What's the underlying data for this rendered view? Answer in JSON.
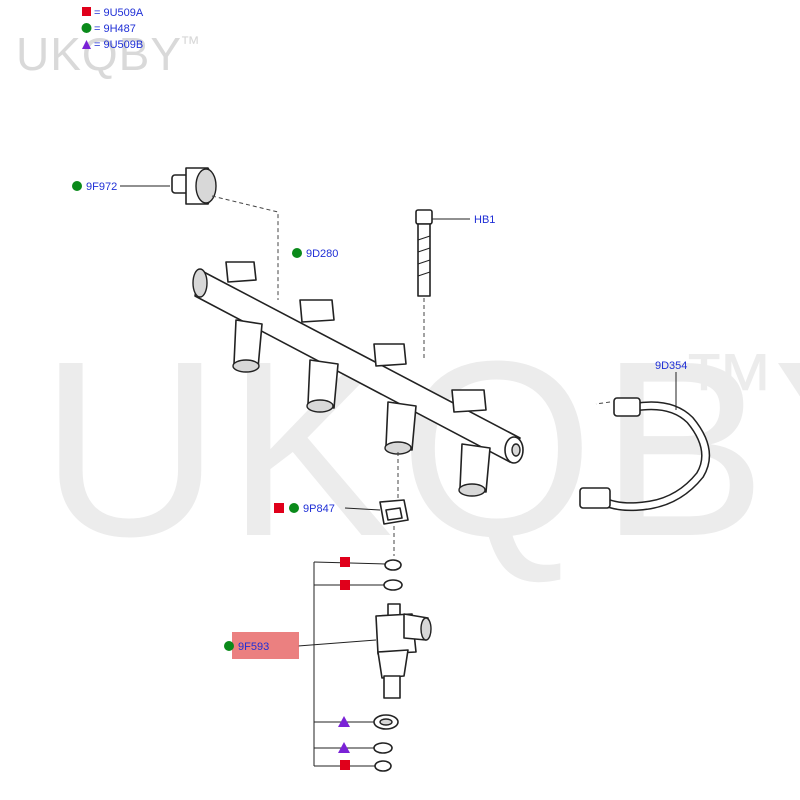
{
  "watermark": {
    "small": "UKQBY",
    "large": "UKQBY",
    "tm": "™"
  },
  "colors": {
    "square": "#e0001b",
    "circle": "#0a8a1a",
    "triangle": "#7a22d6",
    "label": "#1f2fd6",
    "highlight": "#e86a6a"
  },
  "legend": [
    {
      "shape": "square",
      "code": "= 9U509A"
    },
    {
      "shape": "circle",
      "code": "= 9H487"
    },
    {
      "shape": "triangle",
      "code": "= 9U509B"
    }
  ],
  "labels": {
    "sensor": "9F972",
    "bolt": "HB1",
    "rail": "9D280",
    "pipe": "9D354",
    "clip": "9P847",
    "injector": "9F593"
  }
}
